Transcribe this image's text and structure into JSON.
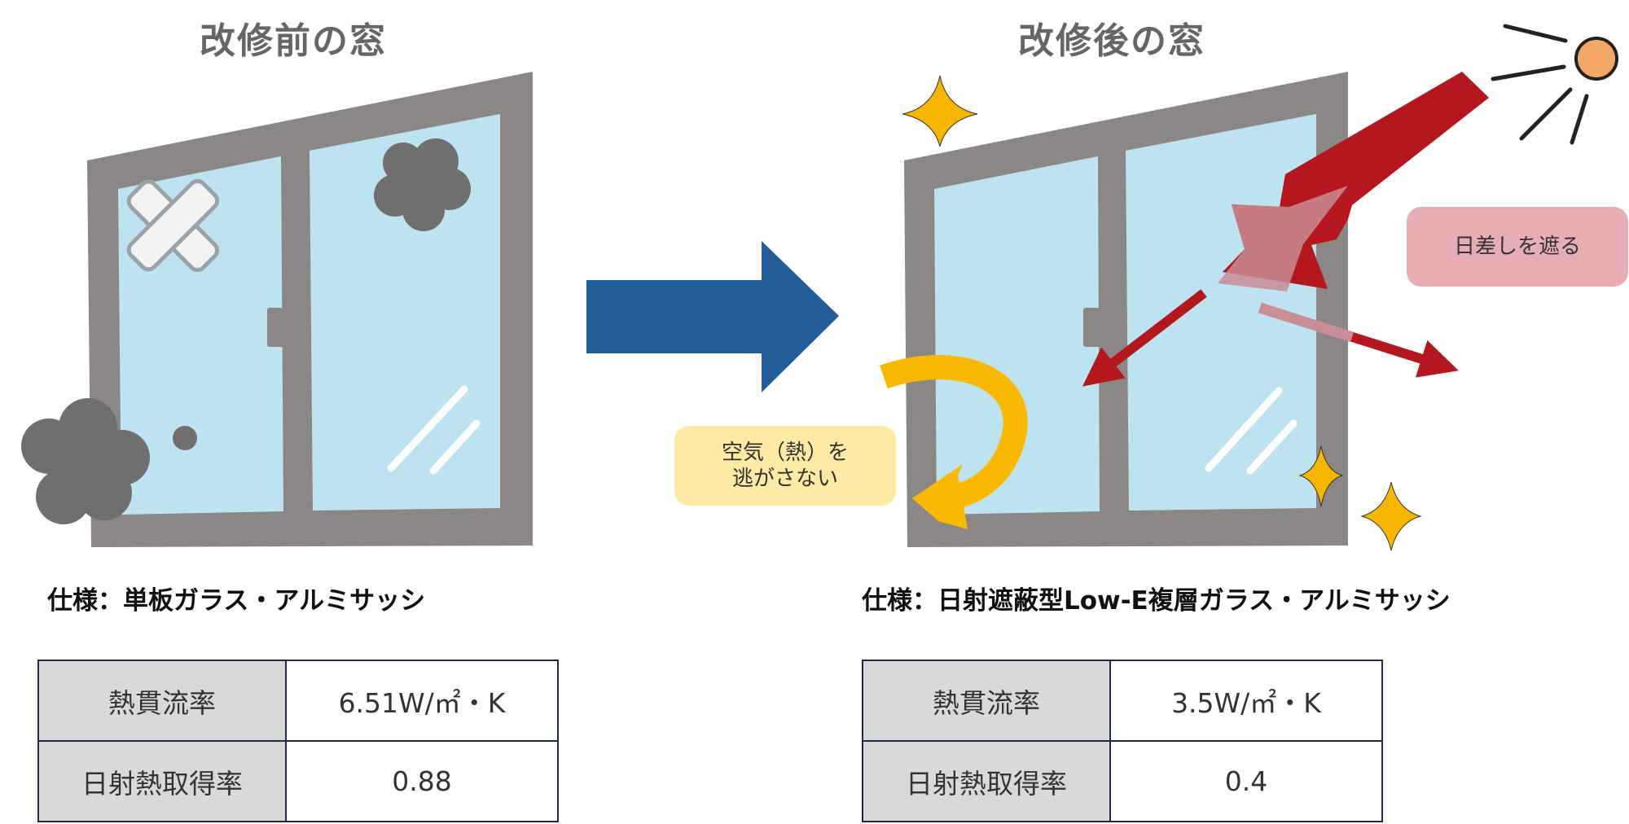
{
  "before": {
    "title": "改修前の窓",
    "spec": "仕様：単板ガラス・アルミサッシ",
    "table": [
      {
        "label": "熱貫流率",
        "value": "6.51W/㎡・K"
      },
      {
        "label": "日射熱取得率",
        "value": "0.88"
      }
    ]
  },
  "after": {
    "title": "改修後の窓",
    "spec": "仕様：日射遮蔽型Low-E複層ガラス・アルミサッシ",
    "table": [
      {
        "label": "熱貫流率",
        "value": "3.5W/㎡・K"
      },
      {
        "label": "日射熱取得率",
        "value": "0.4"
      }
    ]
  },
  "callouts": {
    "keep_heat_line1": "空気（熱）を",
    "keep_heat_line2": "逃がさない",
    "block_sun": "日差しを遮る"
  },
  "colors": {
    "frame": "#8c8787",
    "glass": "#bde3f0",
    "flow_arrow": "#215d99",
    "sun_arrow": "#b5171f",
    "heat_arrow": "#fbb800",
    "sparkle": "#f7b500",
    "sun": "#f3a665",
    "yellow_bubble": "#fdeaa5",
    "pink_bubble": "#e6aeb2"
  }
}
